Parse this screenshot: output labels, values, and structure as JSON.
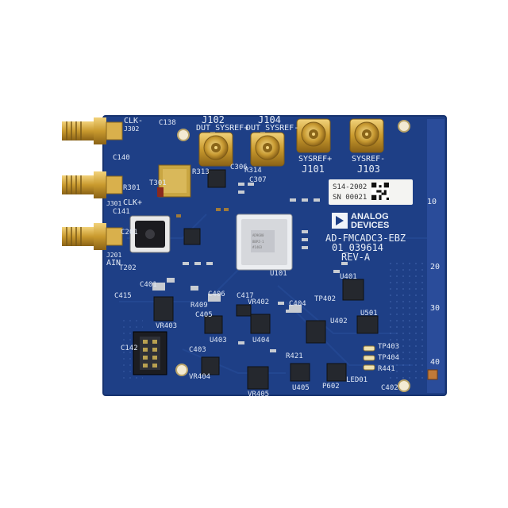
{
  "board": {
    "name": "AD-FMCADC3-EBZ",
    "part_number": "01_039614",
    "revision": "REV-A",
    "brand_line1": "ANALOG",
    "brand_line2": "DEVICES"
  },
  "sticker": {
    "line1": "S14-2002",
    "line2": "SN 00021"
  },
  "connectors": {
    "j102": "J102",
    "j102_name": "DUT_SYSREF+",
    "j104": "J104",
    "j104_name": "DUT_SYSREF-",
    "j101_name": "SYSREF+",
    "j101": "J101",
    "j103_name": "SYSREF-",
    "j103": "J103",
    "clk_minus": "CLK-",
    "j302": "J302",
    "j301": "J301",
    "clk_plus": "CLK+",
    "j201": "J201",
    "ain": "AIN"
  },
  "silkscreen_refs": [
    "C140",
    "C138",
    "C141",
    "R301",
    "C201",
    "T301",
    "T202",
    "C307",
    "C306",
    "R314",
    "R313",
    "U101",
    "C401",
    "C402",
    "C403",
    "C404",
    "C405",
    "C406",
    "U402",
    "U401",
    "U403",
    "U404",
    "U405",
    "U501",
    "VR402",
    "VR403",
    "VR404",
    "VR405",
    "P602",
    "C142",
    "C415",
    "R409",
    "R421",
    "C417",
    "TP402",
    "TP403",
    "TP404",
    "R441",
    "LED01"
  ],
  "edge_labels": [
    "10",
    "20",
    "30",
    "40"
  ],
  "colors": {
    "pcb": "#1e3f86",
    "pcb_dark": "#163270",
    "gold": "#c9a23a",
    "chip": "#2a2d33",
    "adc_body": "#d6d8dc"
  }
}
